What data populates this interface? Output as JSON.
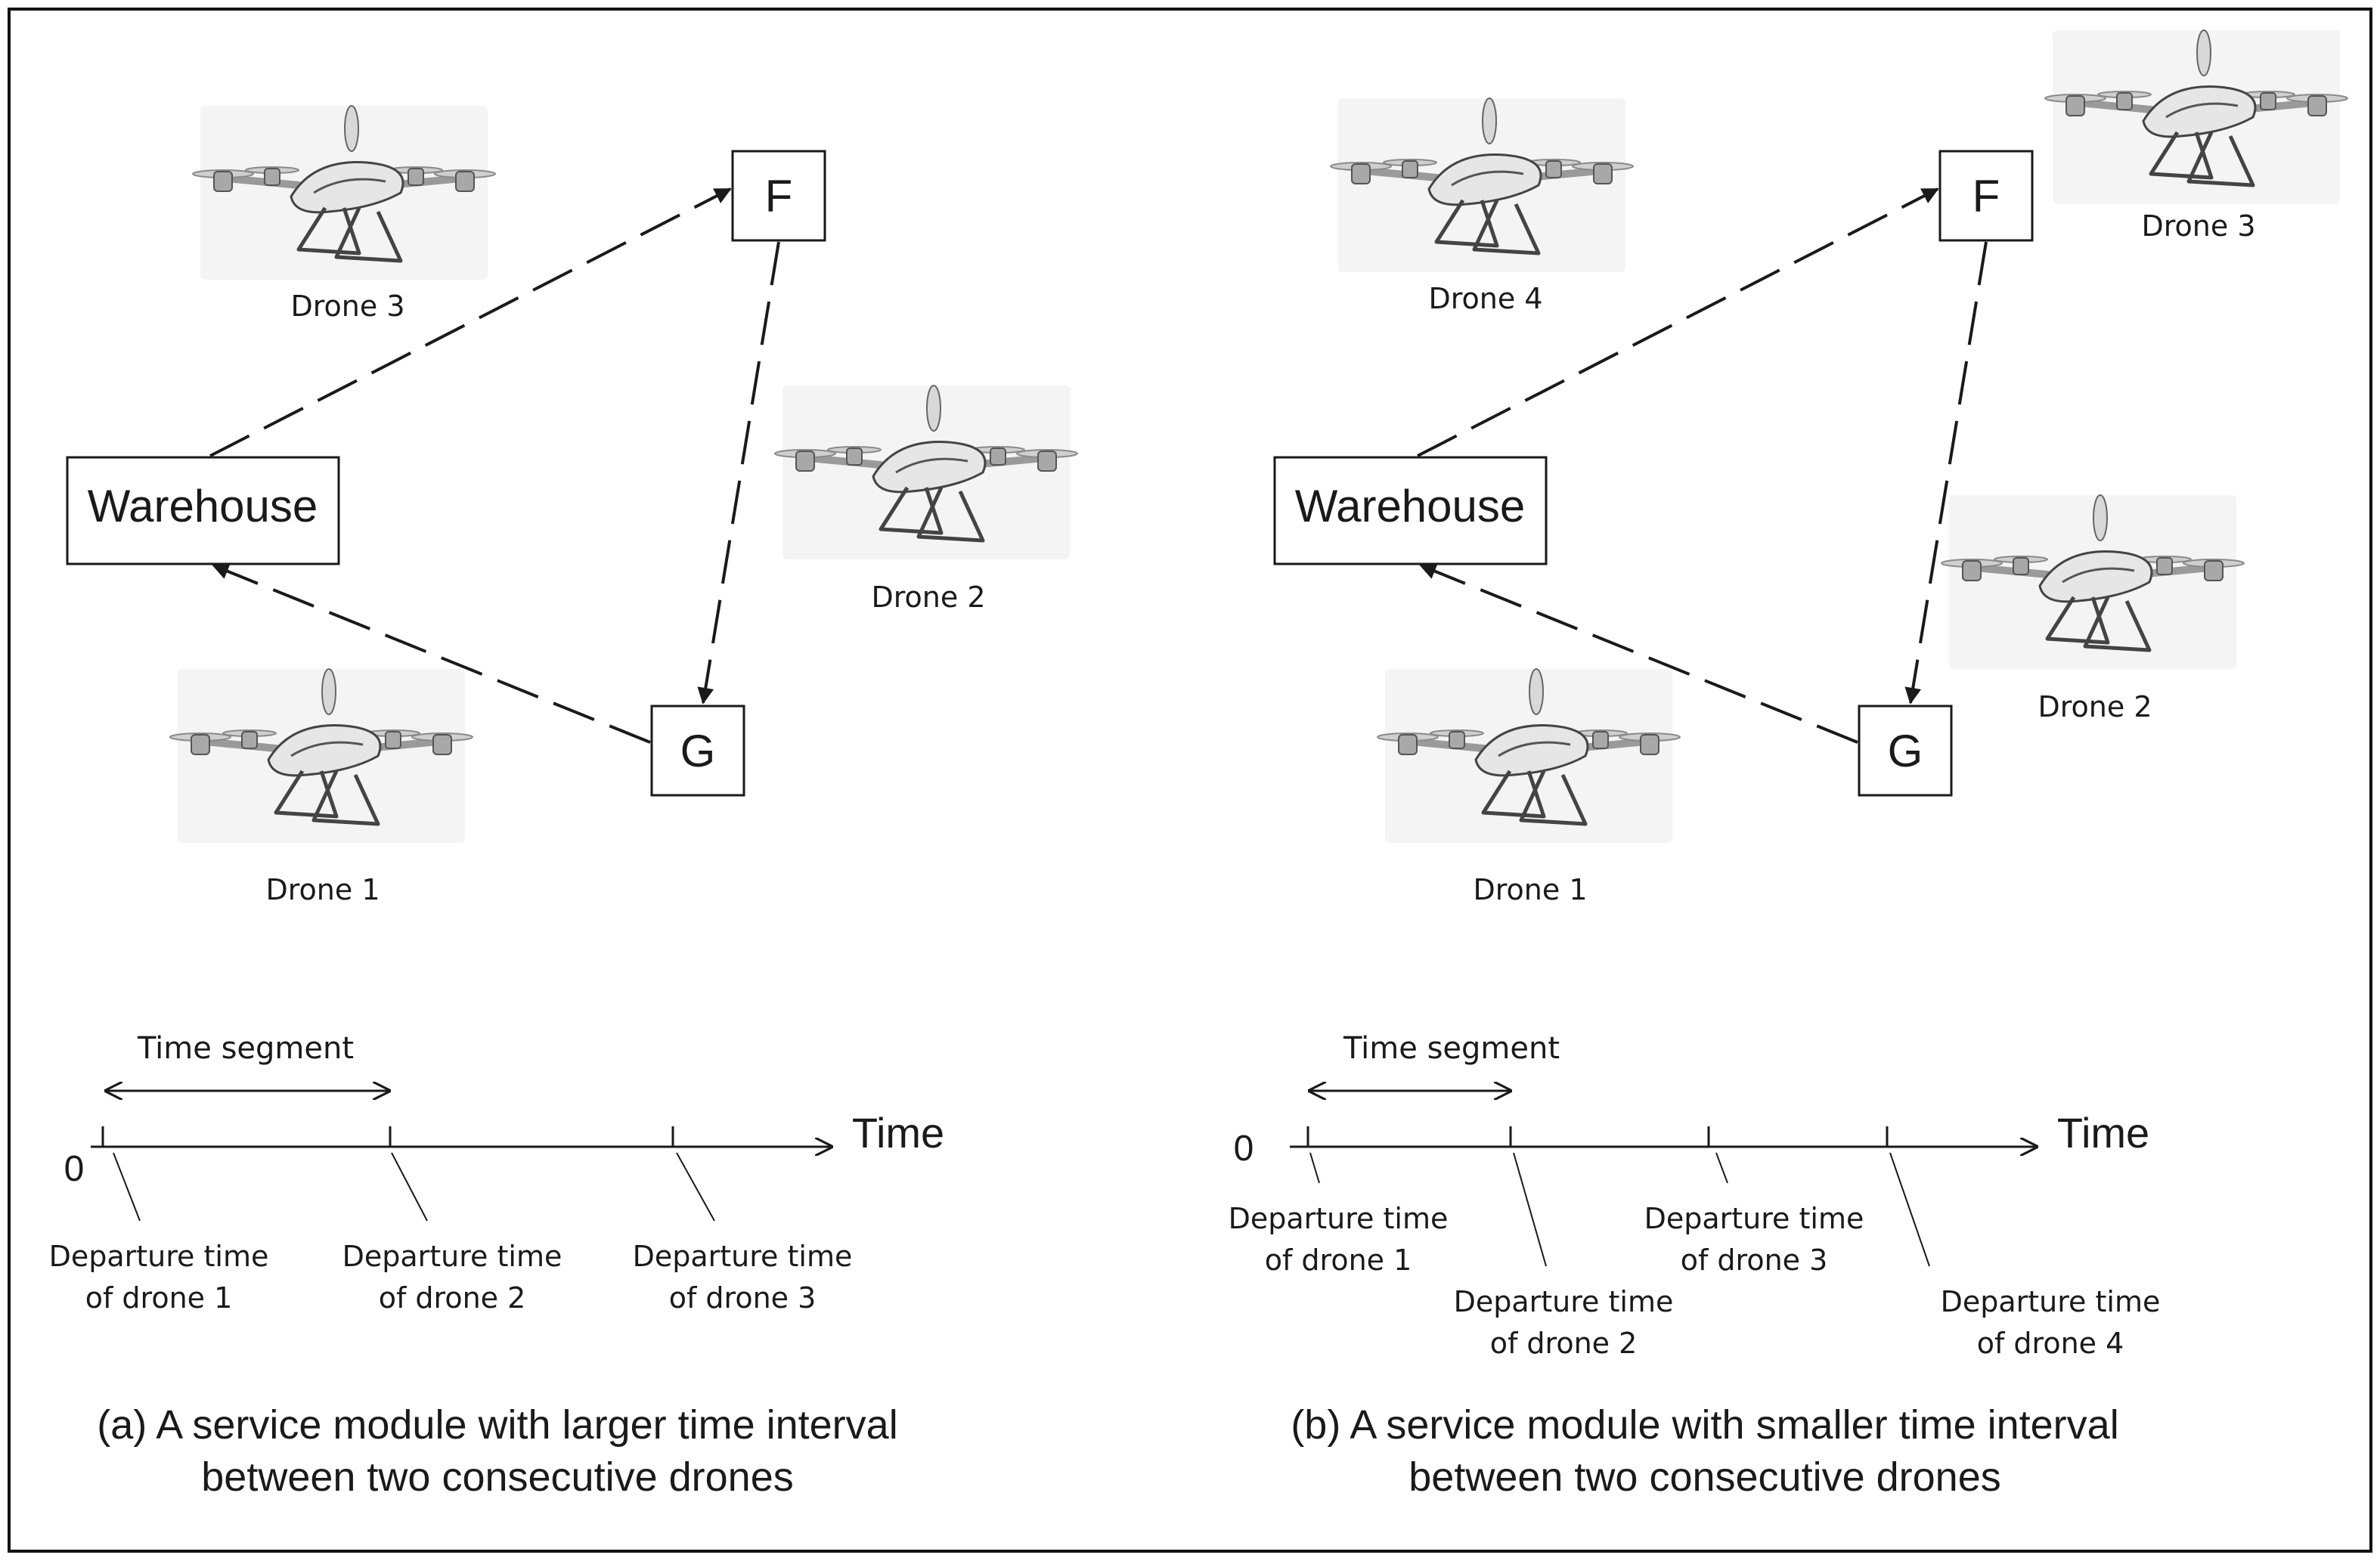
{
  "panels": [
    {
      "id": "a",
      "nodes": {
        "warehouse": "Warehouse",
        "f": "F",
        "g": "G"
      },
      "drones": [
        "Drone 3",
        "Drone 2",
        "Drone 1"
      ],
      "timeline": {
        "zero": "0",
        "axis_label": "Time",
        "segment_label": "Time segment",
        "ticks": [
          [
            "Departure time",
            "of drone 1"
          ],
          [
            "Departure time",
            "of drone 2"
          ],
          [
            "Departure time",
            "of drone 3"
          ]
        ]
      },
      "caption": [
        "(a) A service module with larger time interval",
        "between two consecutive drones"
      ]
    },
    {
      "id": "b",
      "nodes": {
        "warehouse": "Warehouse",
        "f": "F",
        "g": "G"
      },
      "drones": [
        "Drone 4",
        "Drone 3",
        "Drone 2",
        "Drone 1"
      ],
      "timeline": {
        "zero": "0",
        "axis_label": "Time",
        "segment_label": "Time segment",
        "ticks": [
          [
            "Departure time",
            "of drone 1"
          ],
          [
            "Departure time",
            "of drone 2"
          ],
          [
            "Departure time",
            "of drone 3"
          ],
          [
            "Departure time",
            "of drone 4"
          ]
        ]
      },
      "caption": [
        "(b) A service module with smaller time interval",
        "between two consecutive drones"
      ]
    }
  ],
  "colors": {
    "ink": "#1a1a1a",
    "frame": "#111111",
    "drone_body": "#bdbdbd",
    "drone_bg": "#f4f4f4"
  }
}
